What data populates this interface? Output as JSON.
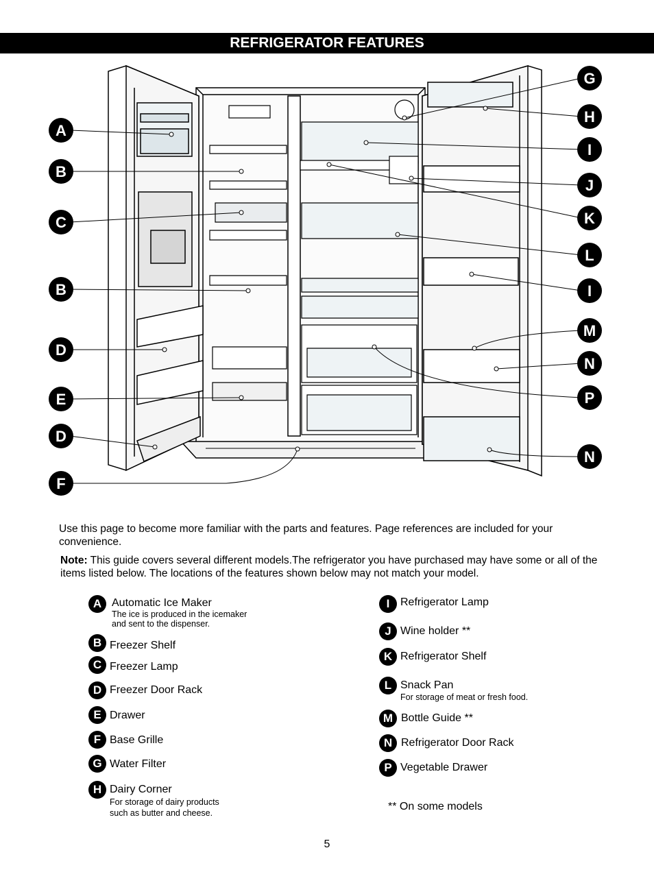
{
  "header": {
    "title": "REFRIGERATOR FEATURES"
  },
  "diagram": {
    "callouts_left": [
      "A",
      "B",
      "C",
      "B",
      "D",
      "E",
      "D",
      "F"
    ],
    "callouts_right": [
      "G",
      "H",
      "I",
      "J",
      "K",
      "L",
      "I",
      "M",
      "N",
      "P",
      "N"
    ]
  },
  "intro": "Use this page to become more familiar with the parts and features. Page references are included for your convenience.",
  "note": {
    "label": "Note:",
    "text": " This guide covers several different models.The refrigerator you have purchased may have some or all of the items listed below. The locations of the features shown below may not match your model."
  },
  "legend_left": [
    {
      "letter": "A",
      "label": "Automatic Ice Maker",
      "desc": [
        "The ice is produced in the icemaker",
        "and sent to the dispenser."
      ]
    },
    {
      "letter": "B",
      "label": "Freezer Shelf"
    },
    {
      "letter": "C",
      "label": "Freezer Lamp"
    },
    {
      "letter": "D",
      "label": "Freezer Door Rack"
    },
    {
      "letter": "E",
      "label": "Drawer"
    },
    {
      "letter": "F",
      "label": "Base Grille"
    },
    {
      "letter": "G",
      "label": "Water Filter"
    },
    {
      "letter": "H",
      "label": "Dairy Corner",
      "desc": [
        "For storage of dairy products",
        "such as butter and cheese."
      ]
    }
  ],
  "legend_right": [
    {
      "letter": "I",
      "label": "Refrigerator Lamp"
    },
    {
      "letter": "J",
      "label": "Wine holder **"
    },
    {
      "letter": "K",
      "label": "Refrigerator Shelf"
    },
    {
      "letter": "L",
      "label": "Snack Pan",
      "desc": [
        "For storage of meat or fresh food."
      ]
    },
    {
      "letter": "M",
      "label": "Bottle Guide **"
    },
    {
      "letter": "N",
      "label": "Refrigerator Door Rack"
    },
    {
      "letter": "P",
      "label": "Vegetable Drawer"
    }
  ],
  "footnote": "** On some models",
  "page_number": "5"
}
